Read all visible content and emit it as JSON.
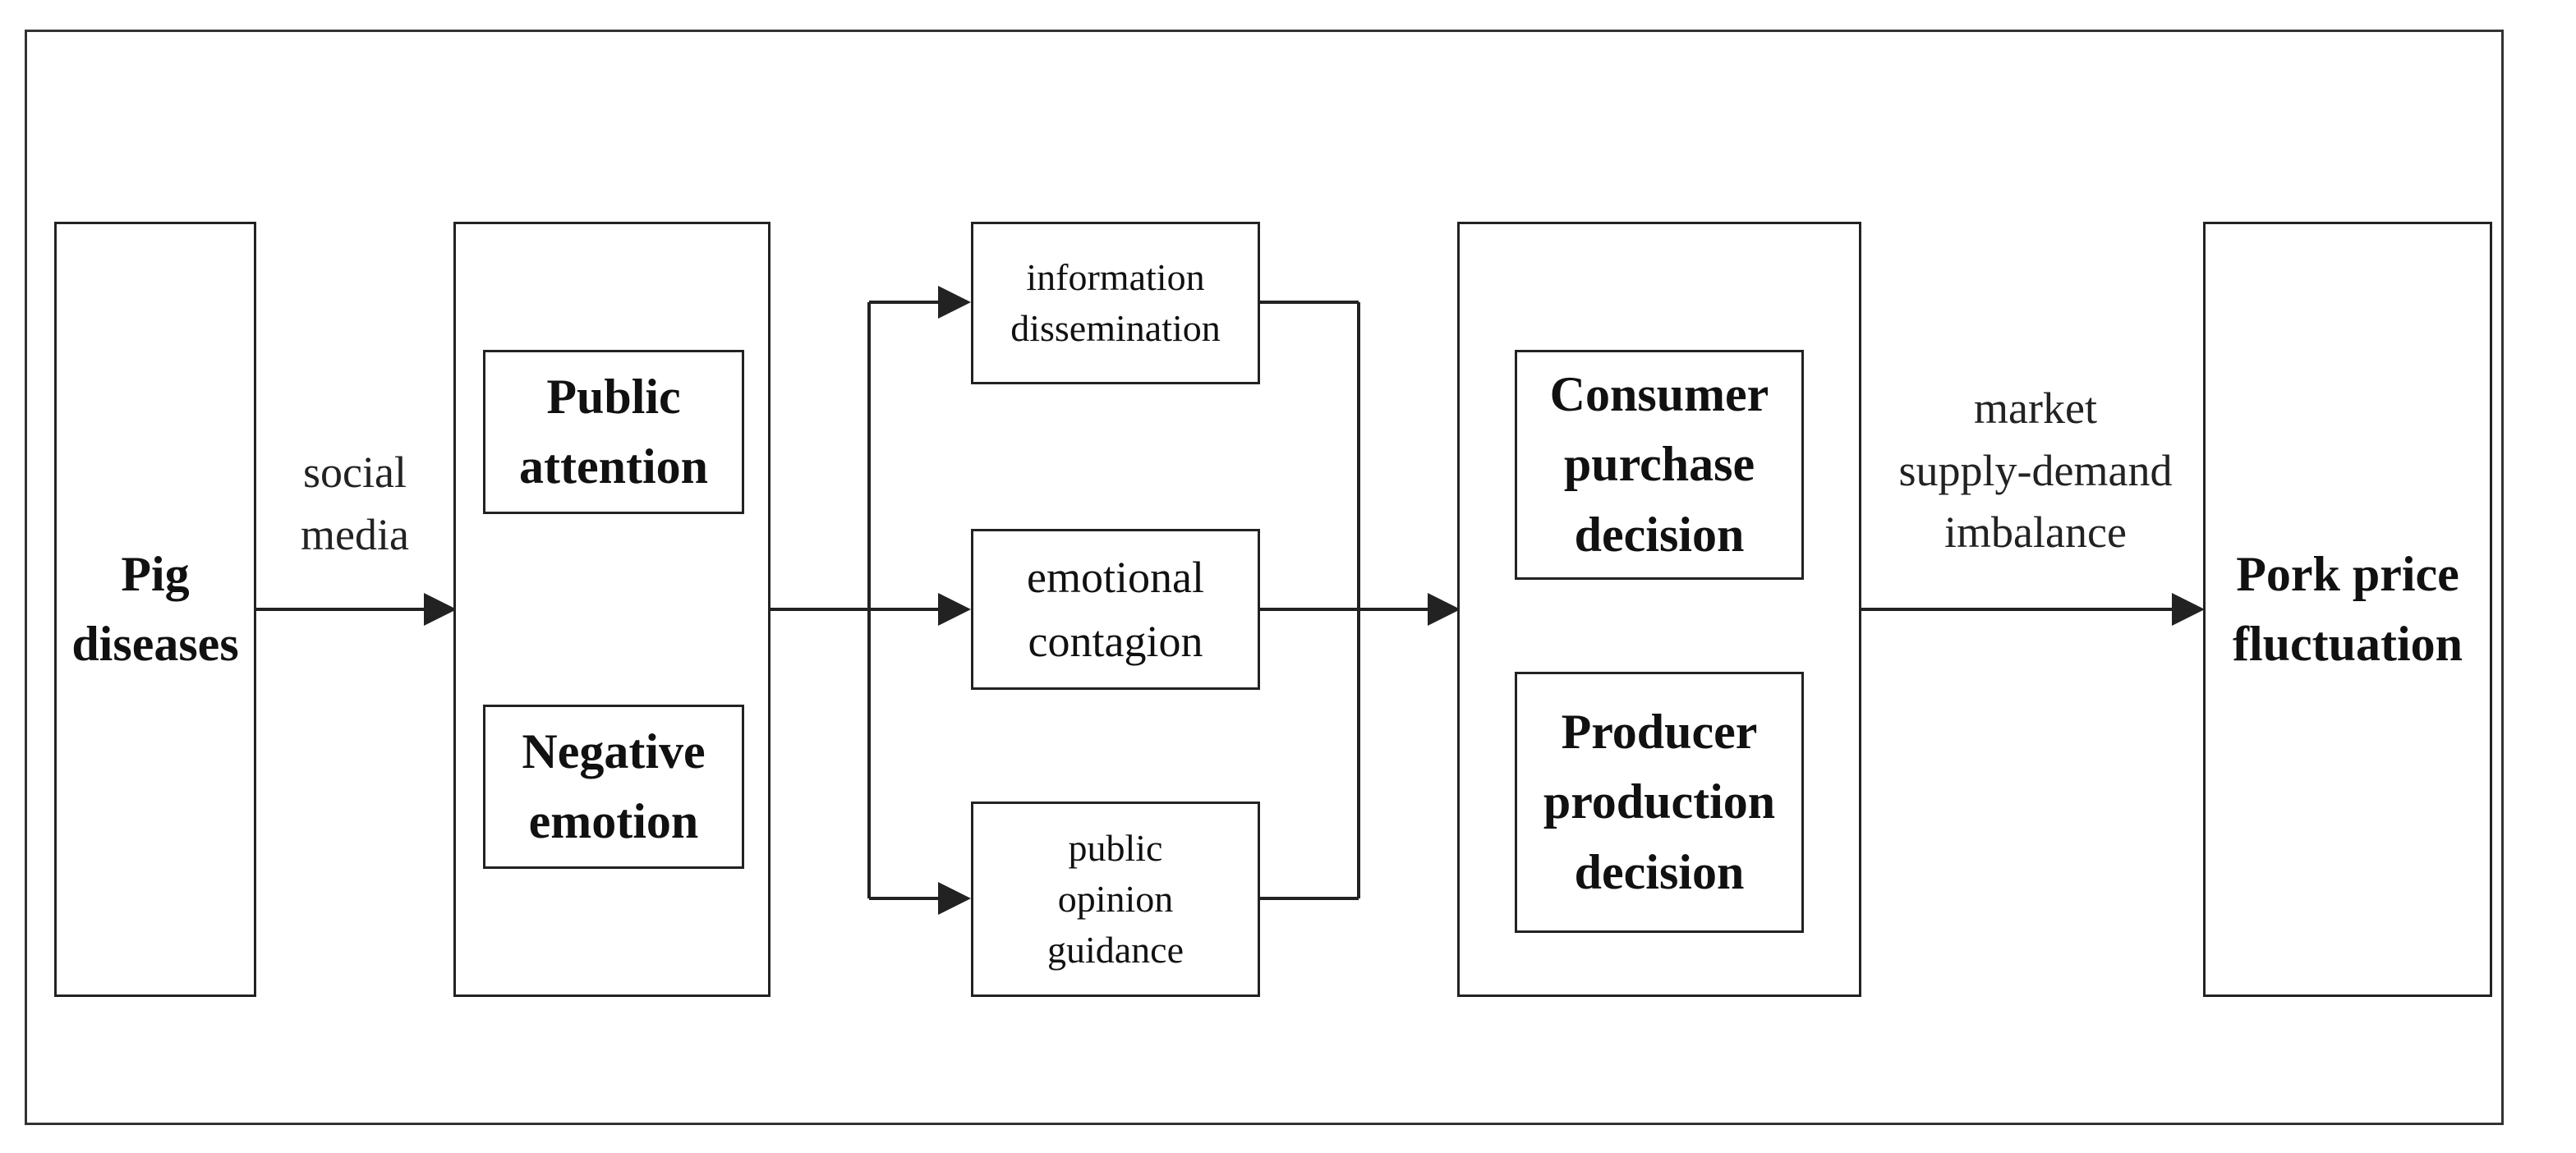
{
  "nodes": {
    "pig_diseases": "Pig\ndiseases",
    "public_attention": "Public\nattention",
    "negative_emotion": "Negative\nemotion",
    "information_dissemination": "information\ndissemination",
    "emotional_contagion": "emotional\ncontagion",
    "public_opinion_guidance": "public\nopinion\nguidance",
    "consumer_purchase_decision": "Consumer\npurchase\ndecision",
    "producer_production_decision": "Producer\nproduction\ndecision",
    "pork_price_fluctuation": "Pork price\nfluctuation"
  },
  "edge_labels": {
    "social_media": "social\nmedia",
    "market_imbalance": "market\nsupply-demand\nimbalance"
  },
  "colors": {
    "line": "#222222",
    "frame": "#333333",
    "background": "#ffffff"
  }
}
